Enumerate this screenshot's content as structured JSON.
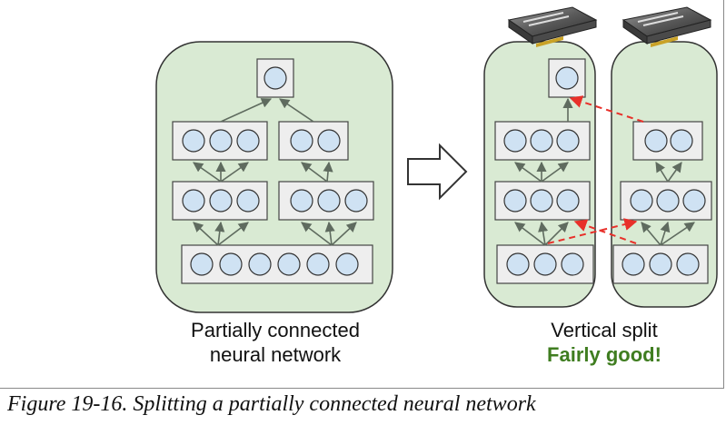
{
  "left_panel": {
    "caption_line1": "Partially connected",
    "caption_line2": "neural network"
  },
  "right_panel": {
    "caption_line1": "Vertical split",
    "verdict": "Fairly good!"
  },
  "figure_caption": "Figure 19-16. Splitting a partially connected neural network",
  "colors": {
    "panel_fill": "#d9ead3",
    "panel_stroke": "#333333",
    "neuron_fill": "#cfe2f3",
    "layer_box_fill": "#eeeeee",
    "arrow": "#5f6b5f",
    "cross_device_arrow": "#e8302a",
    "verdict": "#3f7d20"
  },
  "icons": [
    "gpu-icon",
    "right-arrow-icon"
  ]
}
